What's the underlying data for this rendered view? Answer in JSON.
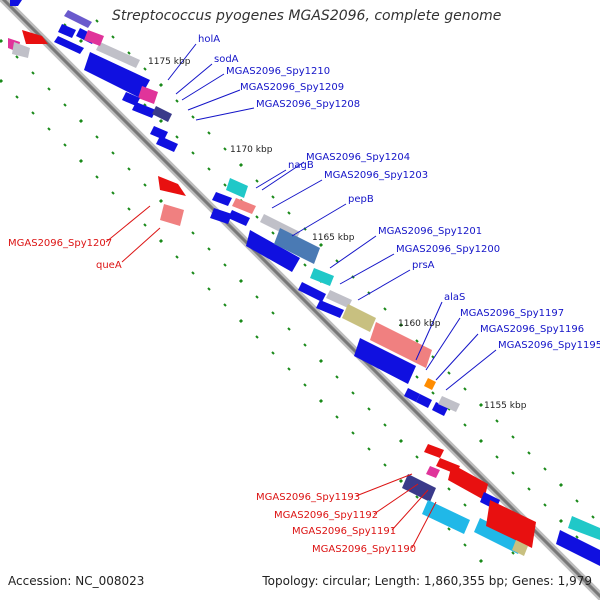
{
  "title": "Streptococcus pyogenes MGAS2096, complete genome",
  "footer": {
    "accession": "Accession: NC_008023",
    "topology": "Topology: circular; Length: 1,860,355 bp; Genes: 1,979"
  },
  "colors": {
    "forward": "#e81010",
    "reverse": "#1010e0",
    "backbone": "#777777",
    "tick": "#1a8a1a",
    "label_blue": "#1414c8",
    "label_red": "#dc1414"
  },
  "kbp_labels": [
    "1175 kbp",
    "1170 kbp",
    "1165 kbp",
    "1160 kbp",
    "1155 kbp"
  ],
  "gene_labels_blue": [
    "holA",
    "sodA",
    "MGAS2096_Spy1210",
    "MGAS2096_Spy1209",
    "MGAS2096_Spy1208",
    "nagB",
    "MGAS2096_Spy1204",
    "MGAS2096_Spy1203",
    "pepB",
    "MGAS2096_Spy1201",
    "MGAS2096_Spy1200",
    "prsA",
    "alaS",
    "MGAS2096_Spy1197",
    "MGAS2096_Spy1196",
    "MGAS2096_Spy1195"
  ],
  "gene_labels_red": [
    "MGAS2096_Spy1207",
    "queA",
    "MGAS2096_Spy1193",
    "MGAS2096_Spy1192",
    "MGAS2096_Spy1191",
    "MGAS2096_Spy1190"
  ]
}
